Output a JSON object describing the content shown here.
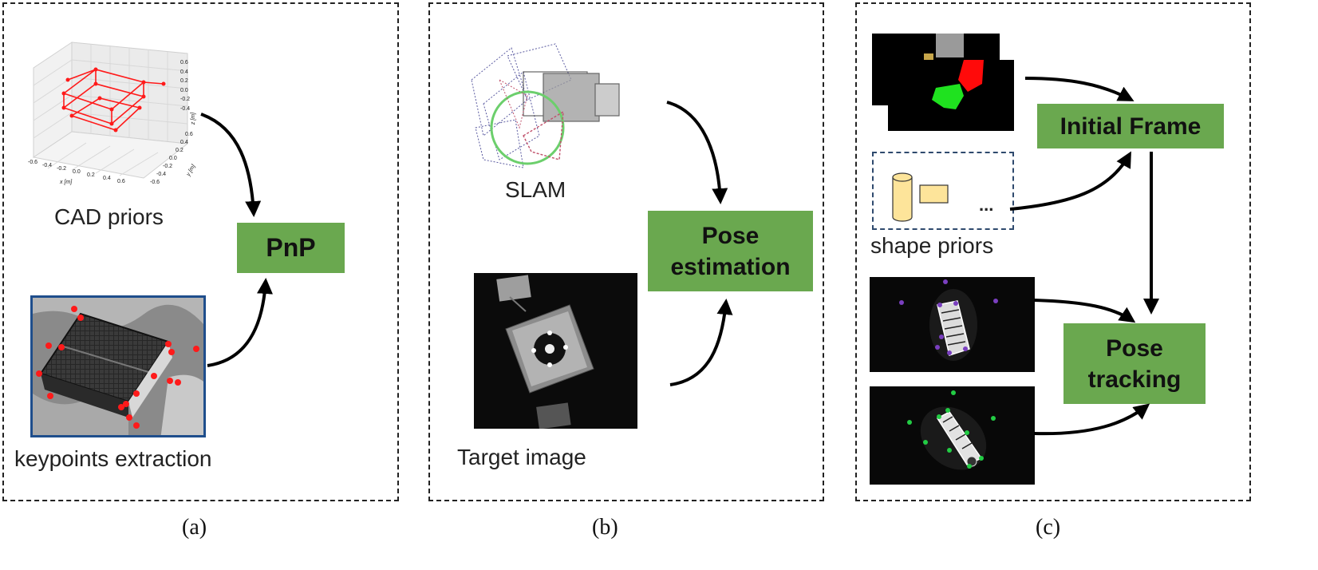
{
  "panel_a": {
    "cad_label": "CAD priors",
    "keypoints_label": "keypoints extraction",
    "pnp_label": "PnP",
    "caption": "(a)",
    "plot_axes": {
      "x_label": "x [m]",
      "y_label": "y [m]",
      "z_label": "z [m]",
      "x_ticks": [
        "-0.6",
        "-0.4",
        "-0.2",
        "0.0",
        "0.2",
        "0.4",
        "0.6"
      ],
      "y_ticks": [
        "-0.6",
        "-0.4",
        "-0.2",
        "0.0",
        "0.2",
        "0.4",
        "0.6"
      ],
      "z_ticks": [
        "0.6",
        "0.4",
        "0.2",
        "0.0",
        "-0.2",
        "-0.4"
      ]
    }
  },
  "panel_b": {
    "slam_label": "SLAM",
    "target_label": "Target image",
    "pose_line1": "Pose",
    "pose_line2": "estimation",
    "caption": "(b)"
  },
  "panel_c": {
    "initial_frame_label": "Initial Frame",
    "shape_priors_label": "shape priors",
    "ellipsis": "...",
    "pose_line1": "Pose",
    "pose_line2": "tracking",
    "caption": "(c)"
  },
  "colors": {
    "box_green": "#6aa84f",
    "keypoint_red": "#ff1a1a",
    "keypoint_purple": "#7a3fc0",
    "keypoint_green": "#22cc44",
    "shape_yellow": "#fde49a"
  }
}
